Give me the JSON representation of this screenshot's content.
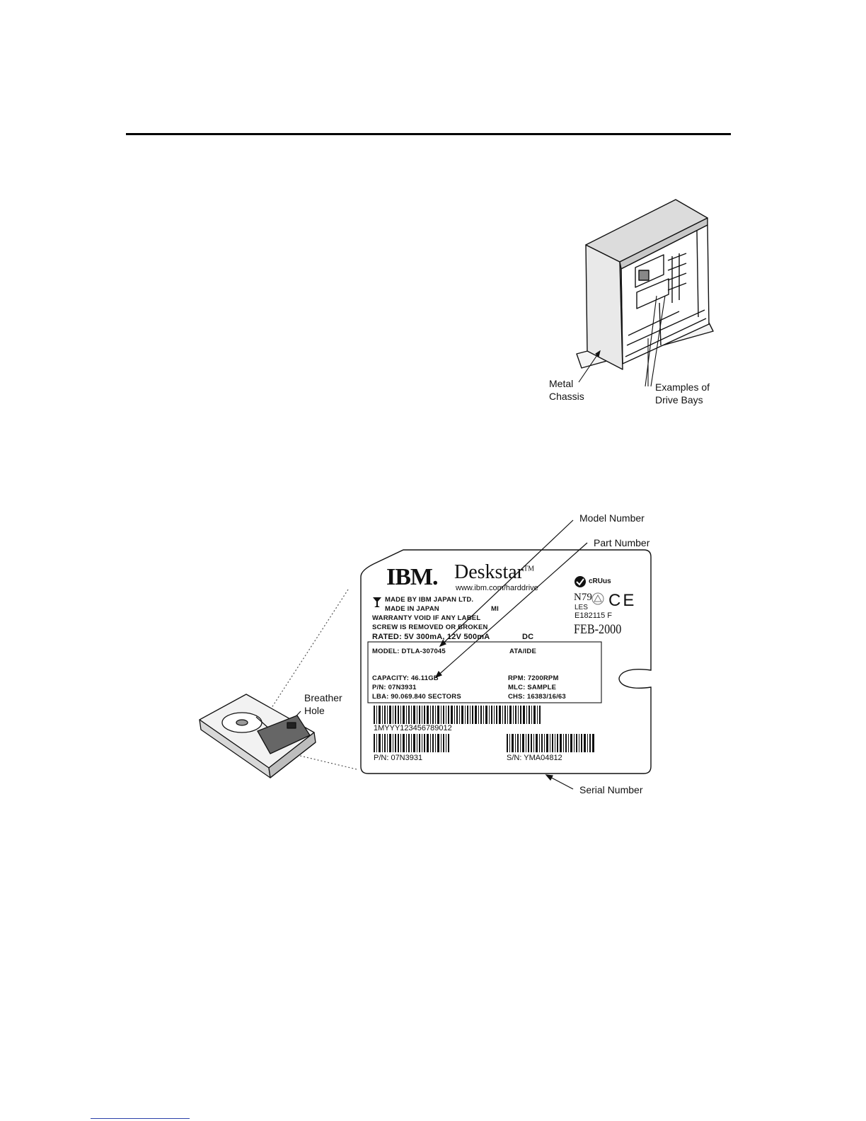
{
  "figure1": {
    "callout_chassis_line1": "Metal",
    "callout_chassis_line2": "Chassis",
    "callout_bays_line1": "Examples of",
    "callout_bays_line2": "Drive Bays"
  },
  "figure2": {
    "callout_model": "Model Number",
    "callout_part": "Part Number",
    "callout_serial": "Serial Number",
    "callout_breather_line1": "Breather",
    "callout_breather_line2": "Hole",
    "label": {
      "brand": "IBM.",
      "product": "Deskstar",
      "tm": "TM",
      "url": "www.ibm.com/harddrive",
      "made_by": "MADE BY IBM JAPAN LTD.",
      "made_in": "MADE IN JAPAN",
      "mi": "MI",
      "warranty_1": "WARRANTY VOID IF ANY LABEL",
      "warranty_2": "SCREW IS REMOVED OR BROKEN",
      "rated": "RATED: 5V 300mA, 12V 500mA",
      "dc": "DC",
      "cert_ul": "cRUus",
      "cert_n79": "N79",
      "cert_les": "LES",
      "cert_e": "E182115  F",
      "cert_ce": "CE",
      "date": "FEB-2000",
      "model": "MODEL:  DTLA-307045",
      "interface": "ATA/IDE",
      "capacity": "CAPACITY:  46.11GB",
      "rpm": "RPM:  7200RPM",
      "pn_inner": "P/N:  07N3931",
      "mlc": "MLC:  SAMPLE",
      "lba": "LBA:  90.069.840  SECTORS",
      "chs": "CHS:  16383/16/63",
      "barcode_text": "1MYYY123456789012",
      "pn_bottom": "P/N:  07N3931",
      "sn_bottom": "S/N:  YMA04812"
    }
  }
}
